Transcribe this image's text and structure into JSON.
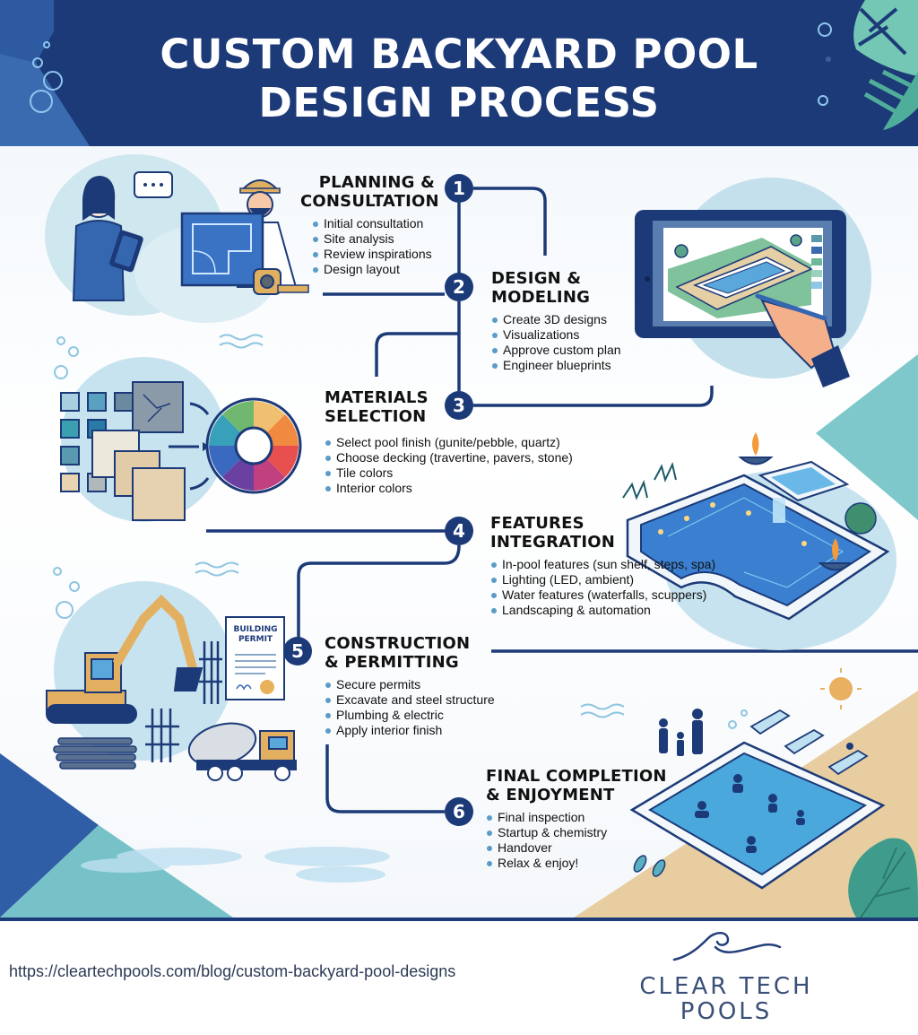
{
  "header": {
    "title_line1": "CUSTOM BACKYARD POOL",
    "title_line2": "DESIGN PROCESS"
  },
  "steps": [
    {
      "number": "1",
      "title_line1": "PLANNING &",
      "title_line2": "CONSULTATION",
      "items": [
        "Initial consultation",
        "Site analysis",
        "Review inspirations",
        "Design layout"
      ],
      "illustration": "client-with-tablet-and-engineer-with-blueprint"
    },
    {
      "number": "2",
      "title_line1": "DESIGN &",
      "title_line2": "MODELING",
      "items": [
        "Create 3D designs",
        "Visualizations",
        "Approve custom plan",
        "Engineer blueprints"
      ],
      "illustration": "tablet-3d-pool-design"
    },
    {
      "number": "3",
      "title_line1": "MATERIALS",
      "title_line2": "SELECTION",
      "items": [
        "Select pool finish (gunite/pebble, quartz)",
        "Choose decking (travertine, pavers, stone)",
        "Tile colors",
        "Interior colors"
      ],
      "illustration": "tile-samples-and-color-wheel"
    },
    {
      "number": "4",
      "title_line1": "FEATURES",
      "title_line2": "INTEGRATION",
      "items": [
        "In-pool features (sun shelf, steps, spa)",
        "Lighting (LED, ambient)",
        "Water features (waterfalls, scuppers)",
        "Landscaping & automation"
      ],
      "illustration": "pool-with-spa-waterfall-fire-bowls"
    },
    {
      "number": "5",
      "title_line1": "CONSTRUCTION",
      "title_line2": "& PERMITTING",
      "items": [
        "Secure permits",
        "Excavate and steel structure",
        "Plumbing & electric",
        "Apply interior finish"
      ],
      "illustration": "excavator-permit-cement-truck",
      "permit_label_line1": "BUILDING",
      "permit_label_line2": "PERMIT"
    },
    {
      "number": "6",
      "title_line1": "FINAL COMPLETION",
      "title_line2": "& ENJOYMENT",
      "items": [
        "Final inspection",
        "Startup & chemistry",
        "Handover",
        "Relax & enjoy!"
      ],
      "illustration": "family-swimming-in-finished-pool"
    }
  ],
  "footer": {
    "url": "https://cleartechpools.com/blog/custom-backyard-pool-designs",
    "logo_line1": "CLEAR TECH",
    "logo_line2": "POOLS",
    "logo_icon": "wave-icon"
  },
  "colors": {
    "navy": "#1c3a78",
    "header_bg": "#1c3a78",
    "teal": "#6fc3c4",
    "light_blue": "#c7e3ef",
    "sand": "#e6c89a",
    "bullet": "#5b9bc8",
    "leaf": "#5bbcab"
  }
}
